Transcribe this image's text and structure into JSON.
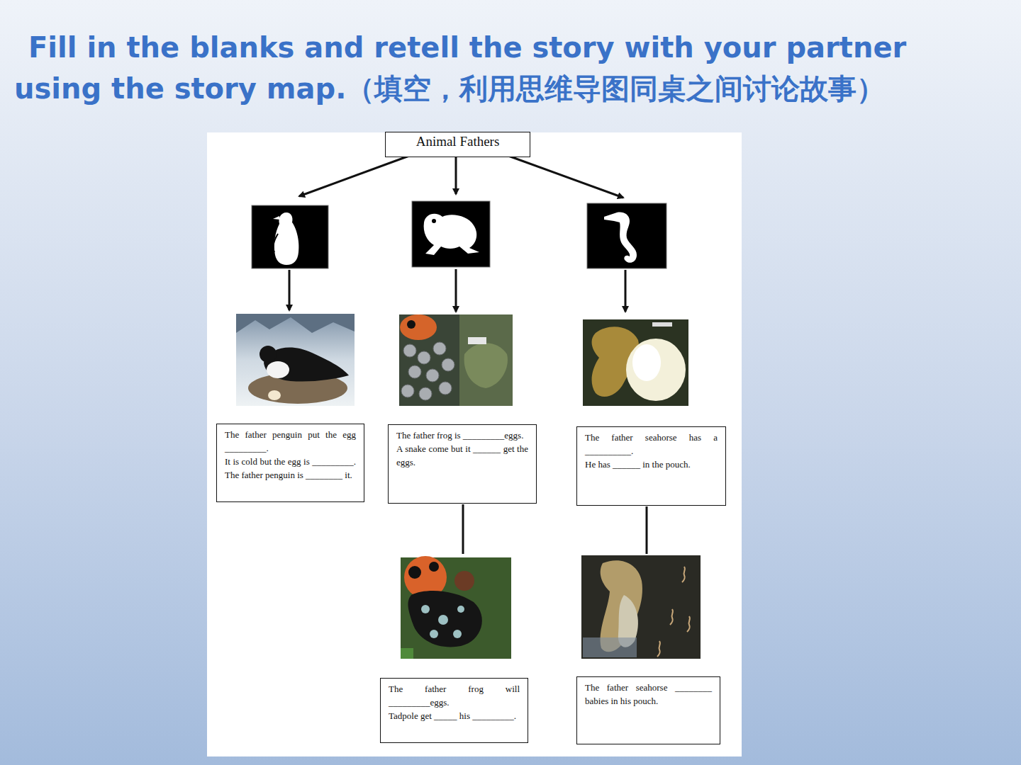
{
  "diagram": {
    "title": "Fill in the blanks and retell the story with your partner using the story map.（填空，利用思维导图同桌之间讨论故事）",
    "nodes": [
      {
        "text": [
          "Animal Fathers"
        ]
      },
      {
        "text": [
          "The father penguin put the egg _________.",
          "It is cold but the egg is _________. The father penguin is ________ it."
        ]
      },
      {
        "text": [
          "The father frog is _________eggs.",
          "A snake come but it ______ get the eggs."
        ]
      },
      {
        "text": [
          "The father seahorse has a __________.",
          "He has ______ in the pouch."
        ]
      },
      {
        "text": [
          "The father frog will _________eggs.",
          "Tadpole get _____ his _________."
        ]
      },
      {
        "text": [
          "The father seahorse ________ babies in his pouch."
        ]
      }
    ]
  }
}
